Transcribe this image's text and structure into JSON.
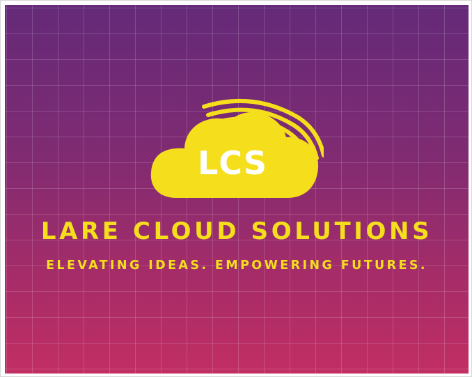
{
  "logo": {
    "monogram": "LCS",
    "icon": "cloud-icon"
  },
  "brand": {
    "name": "LARE CLOUD SOLUTIONS",
    "tagline": "ELEVATING IDEAS. EMPOWERING FUTURES."
  },
  "colors": {
    "background_top": "#642a78",
    "background_bottom": "#c12e63",
    "accent_yellow": "#f5df1c",
    "monogram_text": "#ffffff"
  }
}
